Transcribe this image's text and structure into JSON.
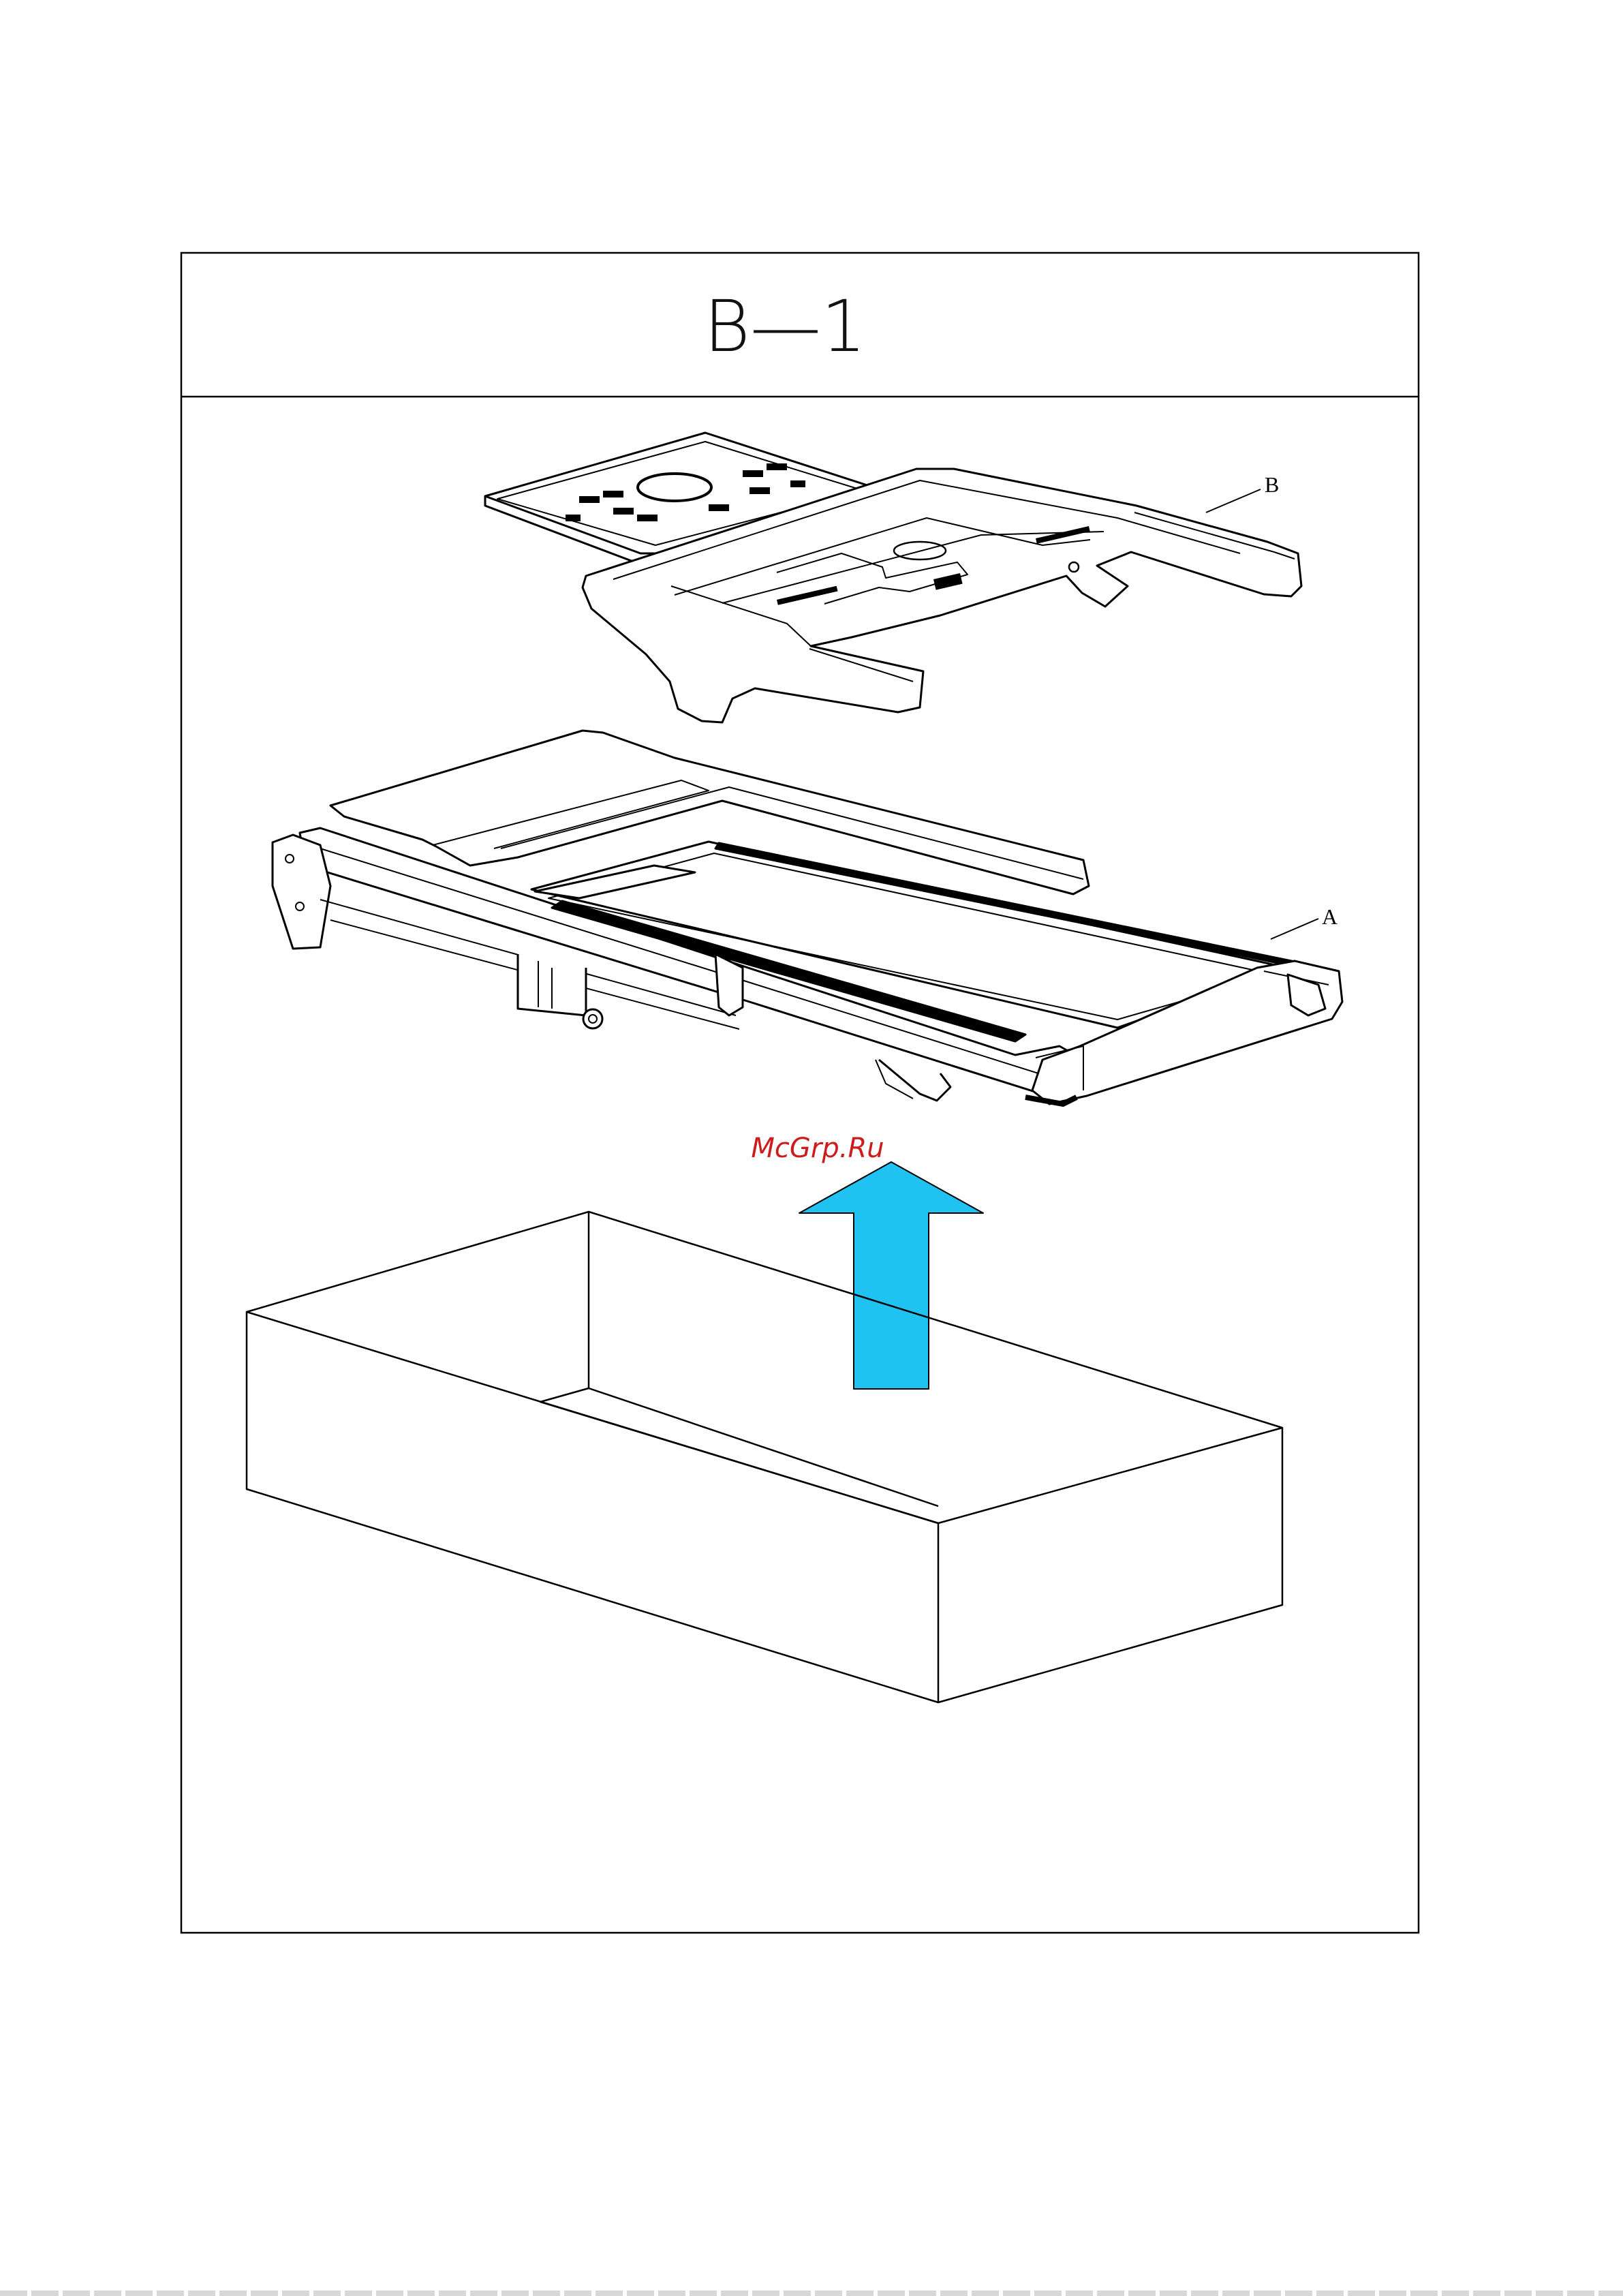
{
  "panel": {
    "title": "B—1"
  },
  "callouts": {
    "frame_label": "B",
    "deck_label": "A"
  },
  "watermark": {
    "text": "McGrp.Ru",
    "color": "#cc1d1d"
  },
  "arrow": {
    "direction": "up",
    "color": "#1fc2f0"
  },
  "icons": {
    "arrow": "up-arrow-icon",
    "box": "open-box-icon",
    "treadmill_deck": "treadmill-deck-icon",
    "console_frame": "console-frame-icon"
  }
}
